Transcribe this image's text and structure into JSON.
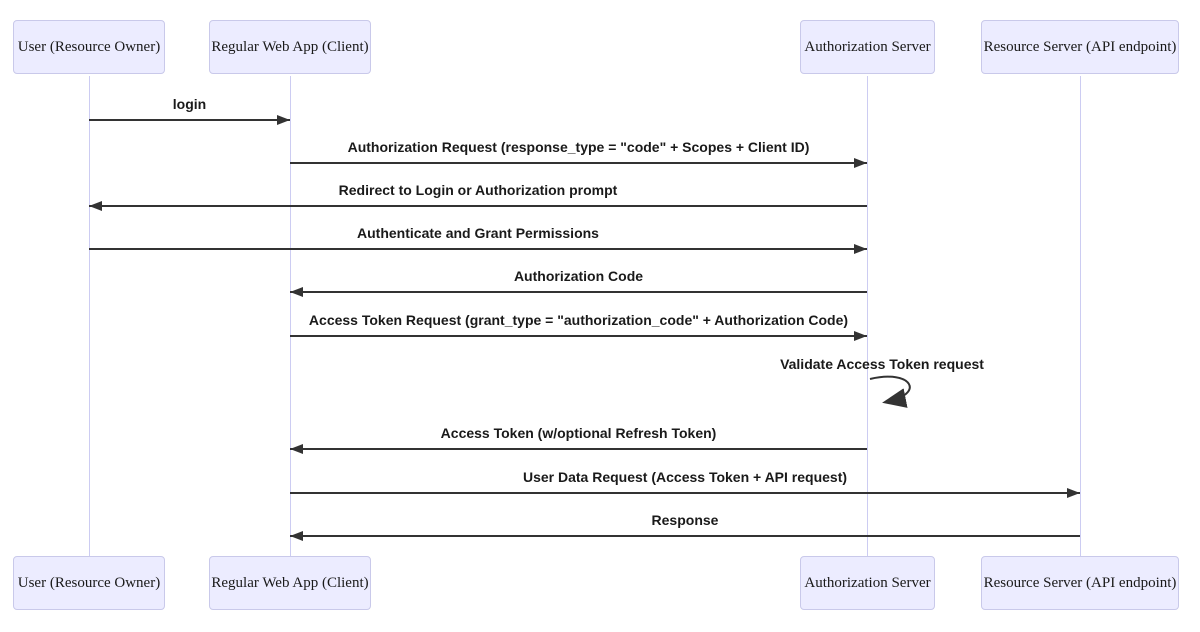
{
  "diagram": {
    "type": "sequence-diagram",
    "actors": [
      {
        "id": "user",
        "label": "User (Resource Owner)"
      },
      {
        "id": "client",
        "label": "Regular Web App (Client)"
      },
      {
        "id": "auth",
        "label": "Authorization Server"
      },
      {
        "id": "resource",
        "label": "Resource Server (API endpoint)"
      }
    ],
    "messages": [
      {
        "label": "login",
        "from": "user",
        "to": "client"
      },
      {
        "label": "Authorization Request (response_type = \"code\" + Scopes + Client ID)",
        "from": "client",
        "to": "auth"
      },
      {
        "label": "Redirect to Login or Authorization prompt",
        "from": "auth",
        "to": "user"
      },
      {
        "label": "Authenticate and Grant Permissions",
        "from": "user",
        "to": "auth"
      },
      {
        "label": "Authorization Code",
        "from": "auth",
        "to": "client"
      },
      {
        "label": "Access Token Request (grant_type = \"authorization_code\" + Authorization Code)",
        "from": "client",
        "to": "auth"
      },
      {
        "label": "Validate Access Token request",
        "from": "auth",
        "to": "auth",
        "self": true
      },
      {
        "label": "Access Token (w/optional Refresh Token)",
        "from": "auth",
        "to": "client"
      },
      {
        "label": "User Data Request (Access Token + API request)",
        "from": "client",
        "to": "resource"
      },
      {
        "label": "Response",
        "from": "resource",
        "to": "client"
      }
    ],
    "colors": {
      "actor_fill": "#ECECFF",
      "actor_border": "#c9c9ea",
      "lifeline": "#ccccf2",
      "arrow": "#333333",
      "text": "#1a1a1a"
    }
  }
}
